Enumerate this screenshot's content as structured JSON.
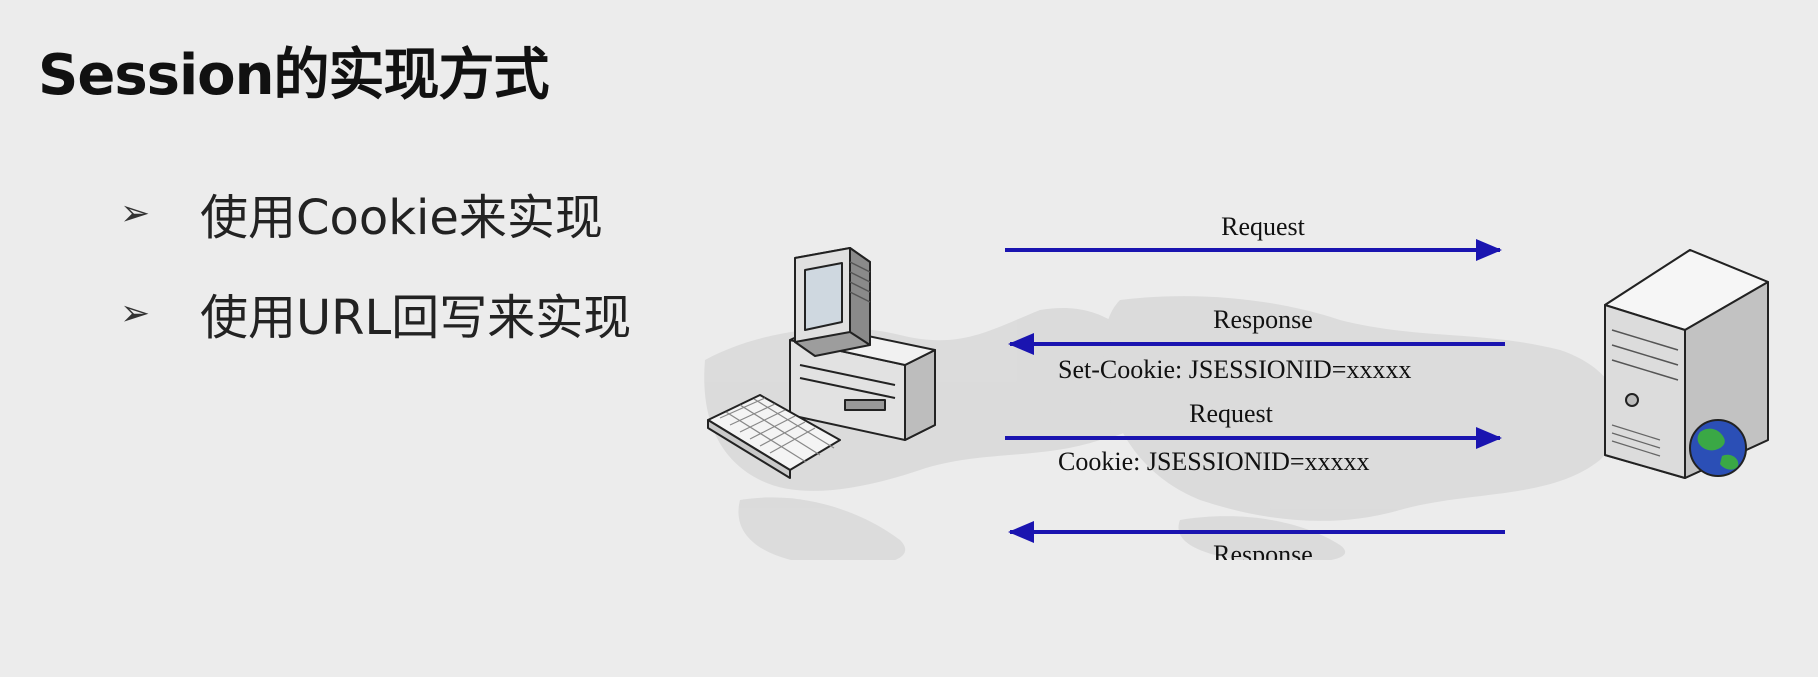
{
  "title": "Session的实现方式",
  "bullets": [
    {
      "marker": "➢",
      "text": "使用Cookie来实现"
    },
    {
      "marker": "➢",
      "text": "使用URL回写来实现"
    }
  ],
  "diagram": {
    "client_icon": "desktop-computer-icon",
    "server_icon": "web-server-icon",
    "arrow_color": "#1a14b0",
    "messages": [
      {
        "label": "Request",
        "header": "",
        "direction": "to-server"
      },
      {
        "label": "Response",
        "header": "Set-Cookie: JSESSIONID=xxxxx",
        "direction": "to-client"
      },
      {
        "label": "Request",
        "header": "Cookie: JSESSIONID=xxxxx",
        "direction": "to-server"
      },
      {
        "label": "Response",
        "header": "",
        "direction": "to-client"
      }
    ]
  }
}
